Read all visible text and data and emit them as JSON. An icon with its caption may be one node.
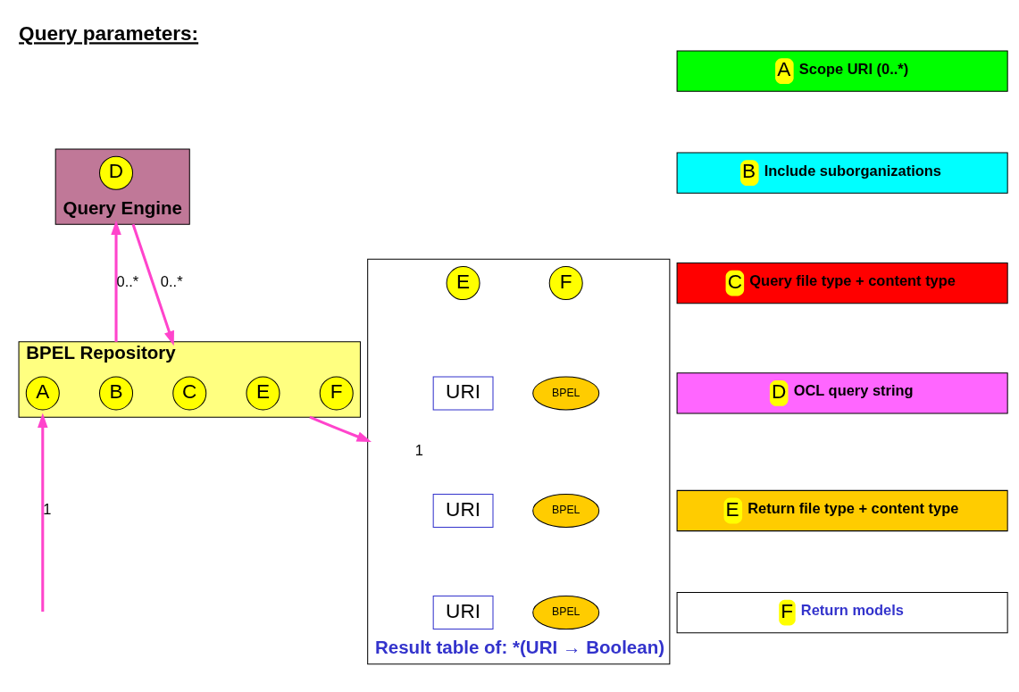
{
  "diagram": {
    "title": "Query parameters:",
    "nodes": [
      {
        "text": [
          "A",
          "Scope URI (0..*)"
        ]
      },
      {
        "text": [
          "B",
          "Include suborganizations"
        ]
      },
      {
        "text": [
          "C",
          "Query file type + content type"
        ]
      },
      {
        "text": [
          "D",
          "OCL query string"
        ]
      },
      {
        "text": [
          "E",
          "Return file type + content type"
        ]
      },
      {
        "text": [
          "F",
          "Return models"
        ]
      },
      {
        "text": [
          "Query Engine"
        ]
      },
      {
        "text": [
          "D"
        ],
        "in": 6
      },
      {
        "text": [
          "BPEL Repository"
        ]
      },
      {
        "text": [
          "A"
        ],
        "in": 8
      },
      {
        "text": [
          "B"
        ],
        "in": 8
      },
      {
        "text": [
          "C"
        ],
        "in": 8
      },
      {
        "text": [
          "E"
        ],
        "in": 8
      },
      {
        "text": [
          "F"
        ],
        "in": 8
      },
      {
        "text": [
          "Result table of: *(URI → Boolean)"
        ]
      },
      {
        "text": [
          "E"
        ],
        "in": 14
      },
      {
        "text": [
          "F"
        ],
        "in": 14
      },
      {
        "text": [
          "BPEL"
        ],
        "in": 14
      },
      {
        "text": [
          "BPEL"
        ],
        "in": 14
      },
      {
        "text": [
          "BPEL"
        ],
        "in": 14
      }
    ],
    "edges": [
      {
        "from": null,
        "to": 8,
        "arrow": "to",
        "label": "1"
      },
      {
        "from": 8,
        "to": 6,
        "arrow": "to",
        "label": "0..*"
      },
      {
        "from": 6,
        "to": 8,
        "arrow": "to",
        "label": "0..*"
      },
      {
        "from": 8,
        "to": 14,
        "arrow": "to",
        "label": "1"
      }
    ],
    "labels": [
      "URI",
      "URI",
      "URI"
    ]
  }
}
